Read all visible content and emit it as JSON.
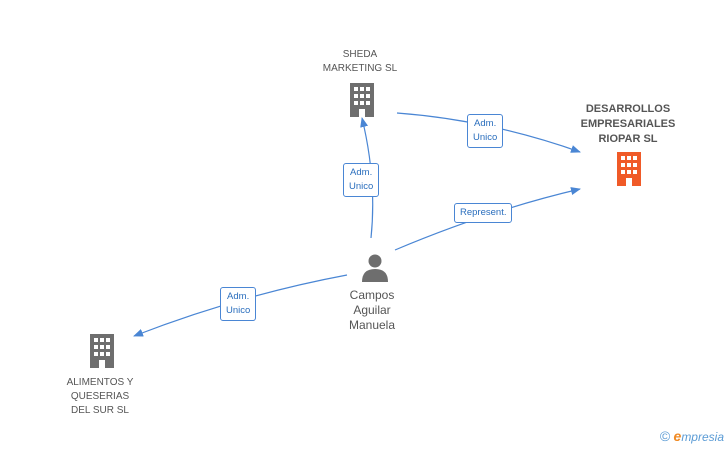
{
  "nodes": {
    "sheda": {
      "label": "SHEDA\nMARKETING SL",
      "type": "company"
    },
    "desarrollos": {
      "label": "DESARROLLOS\nEMPRESARIALES\nRIOPAR SL",
      "type": "company-highlight"
    },
    "alimentos": {
      "label": "ALIMENTOS Y\nQUESERIAS\nDEL SUR  SL",
      "type": "company"
    },
    "campos": {
      "label": "Campos\nAguilar\nManuela",
      "type": "person"
    }
  },
  "edges": {
    "sheda_desarrollos": "Adm.\nUnico",
    "campos_sheda": "Adm.\nUnico",
    "campos_desarrollos": "Represent.",
    "campos_alimentos": "Adm.\nUnico"
  },
  "colors": {
    "company_icon": "#6e6e6e",
    "company_highlight_icon": "#f05a28",
    "edge": "#4a86d4"
  },
  "brand": {
    "copyright": "©",
    "e": "e",
    "rest": "mpresia"
  }
}
